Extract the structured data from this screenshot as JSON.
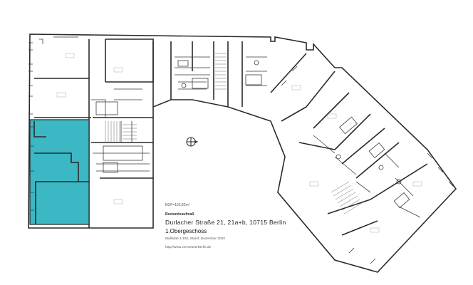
{
  "plan": {
    "highlight_color": "#3bb8c3",
    "bgf": "BGF=153,82m²",
    "type": "Bestandsaufmaß",
    "address": "Durlacher Straße 21, 21a+b, 10715 Berlin",
    "floor": "1.Obergeschoss",
    "scale": "Maßstab 1:100, Stand: Dezember 2020",
    "url": "http://www.vermesserberlin.de",
    "north_icon": "north-arrow-icon"
  }
}
